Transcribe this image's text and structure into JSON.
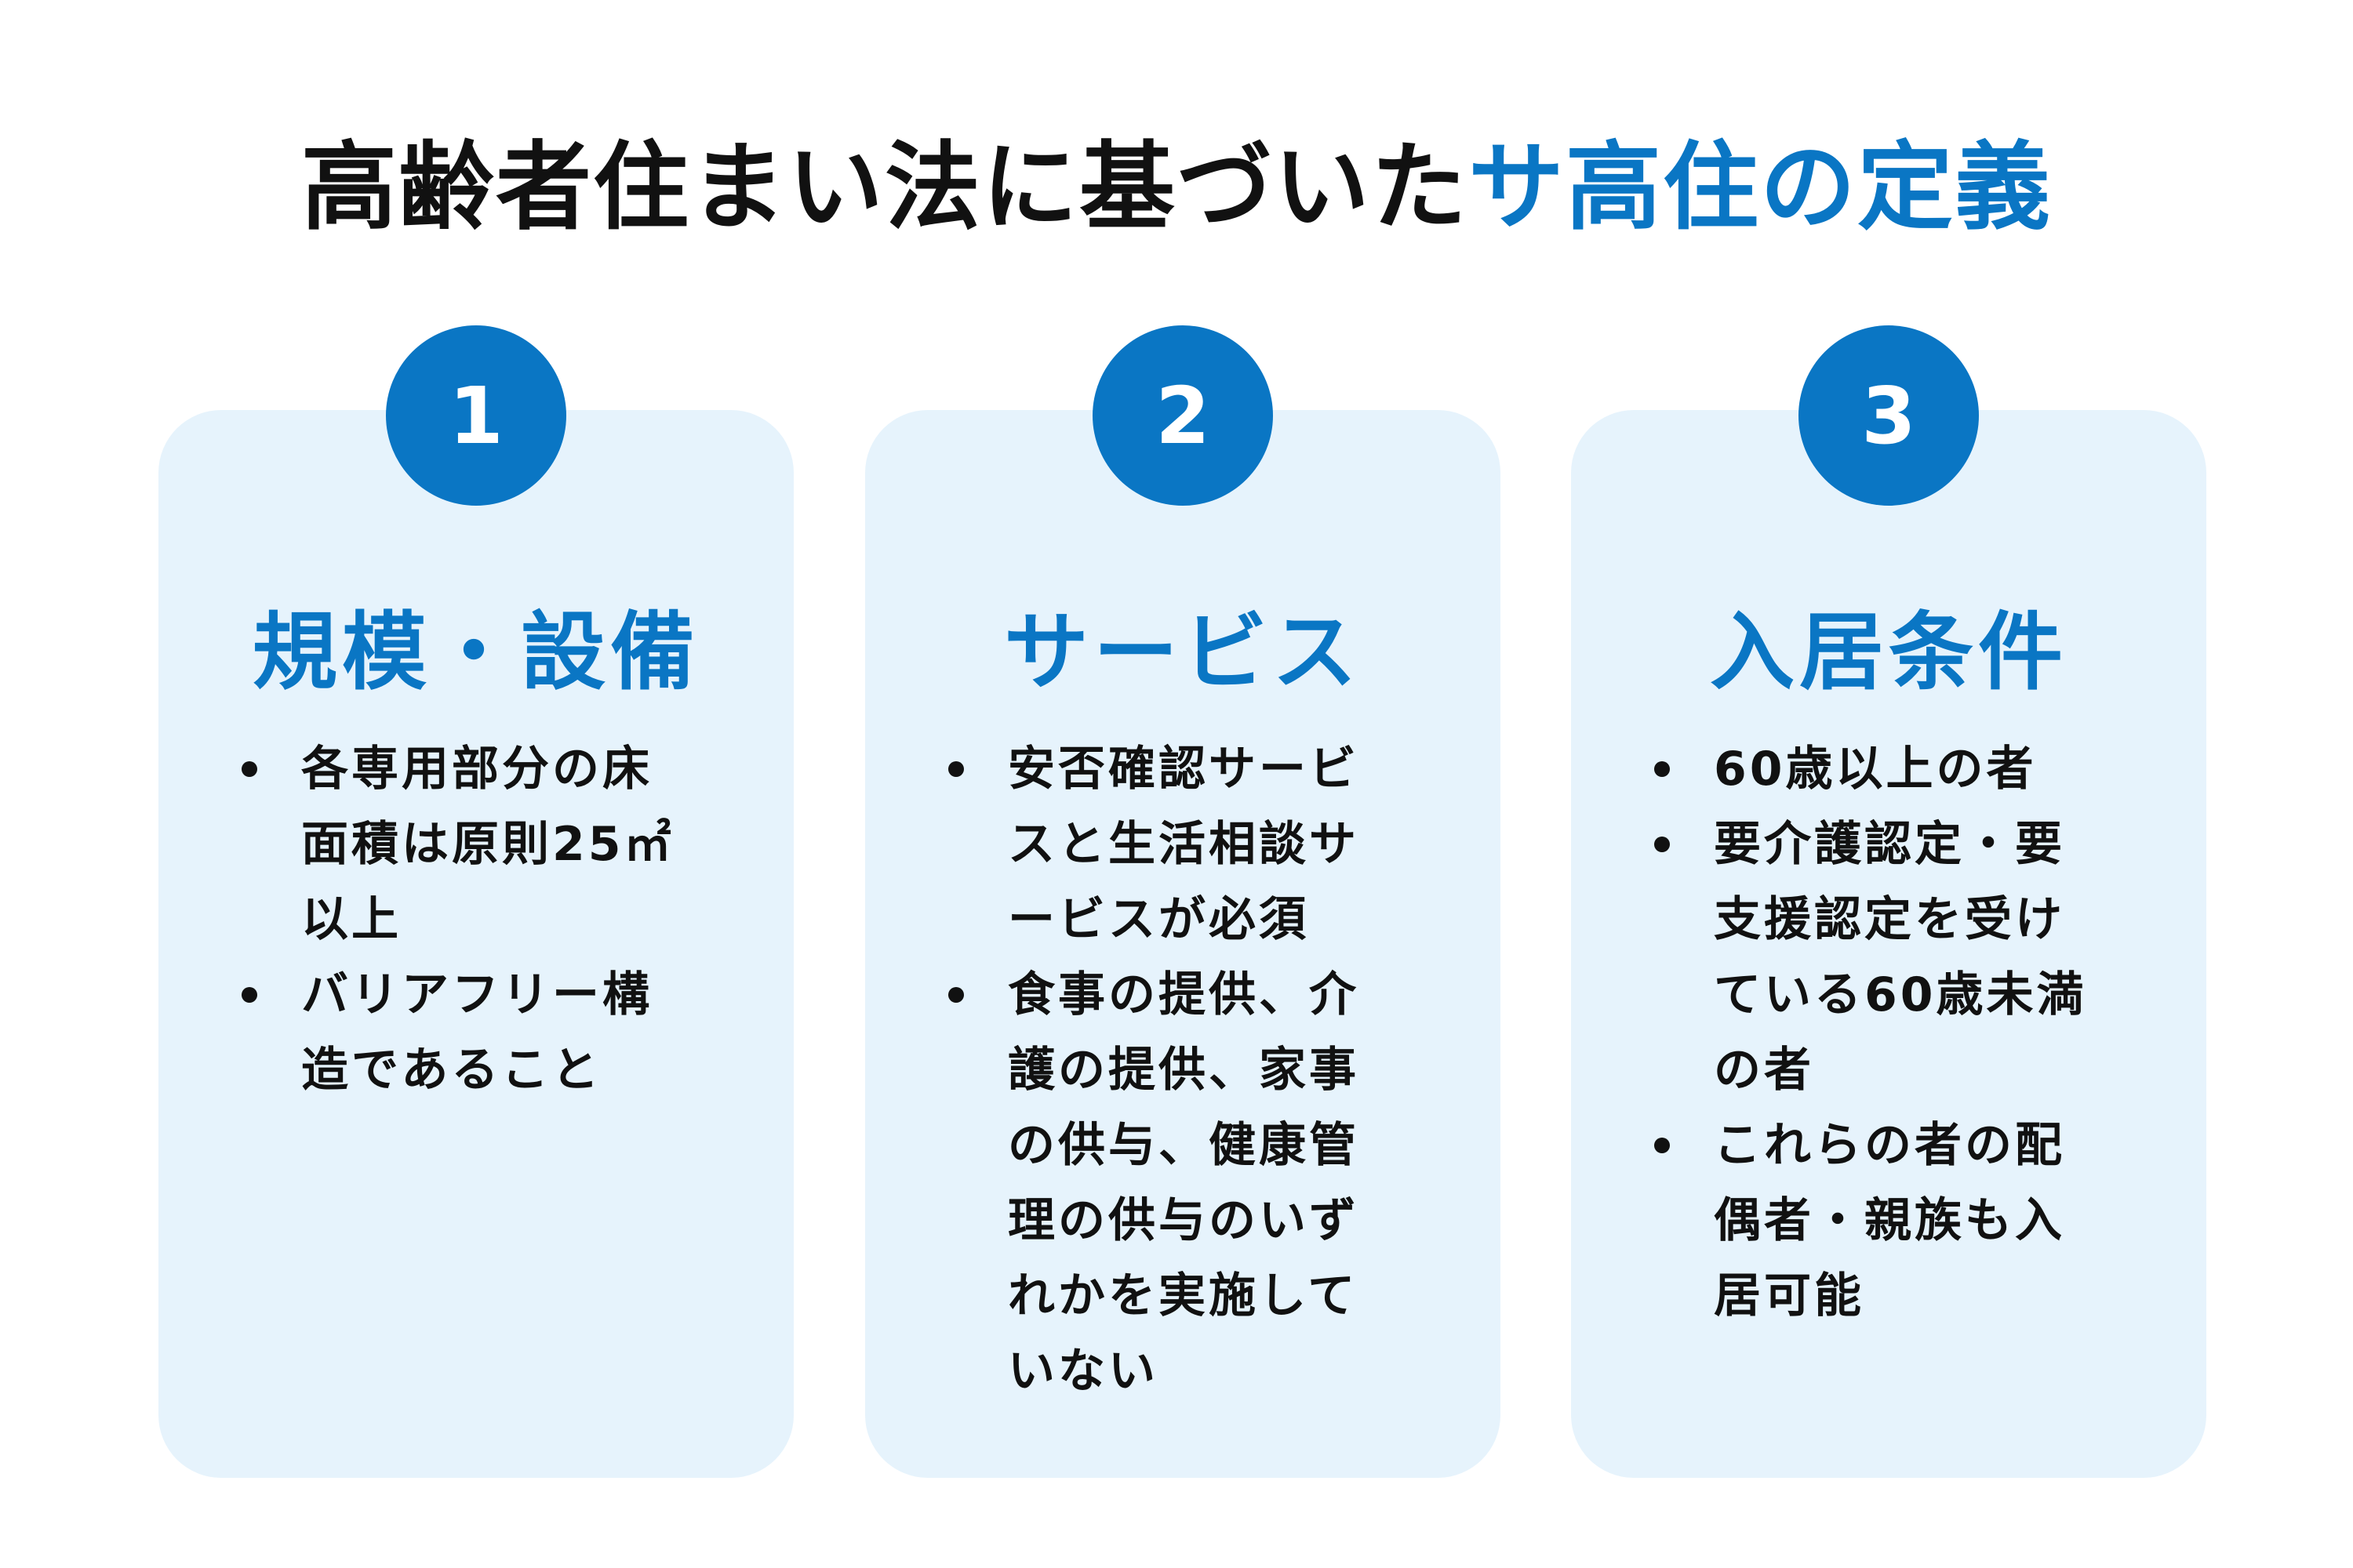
{
  "title": {
    "main": "高齢者住まい法に基づいた",
    "accent": "サ高住の定義"
  },
  "cards": [
    {
      "number": "1",
      "heading": "規模・設備",
      "items": [
        "各専用部分の床\n面積は原則25㎡\n以上",
        "バリアフリー構\n造であること"
      ]
    },
    {
      "number": "2",
      "heading": "サービス",
      "items": [
        "安否確認サービ\nスと生活相談サ\nービスが必須",
        "食事の提供、介\n護の提供、家事\nの供与、健康管\n理の供与のいず\nれかを実施して\nいない"
      ]
    },
    {
      "number": "3",
      "heading": "入居条件",
      "items": [
        "60歳以上の者",
        "要介護認定・要\n支援認定を受け\nている60歳未満\nの者",
        "これらの者の配\n偶者・親族も入\n居可能"
      ]
    }
  ],
  "colors": {
    "accent": "#0a76c4",
    "card_background": "#e6f3fc",
    "text": "#111111"
  }
}
